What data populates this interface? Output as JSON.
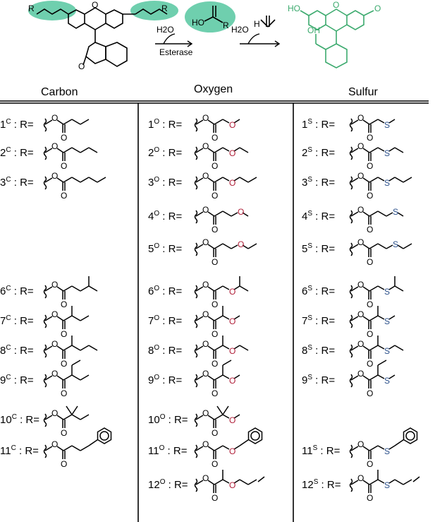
{
  "scheme": {
    "esterase_label": "Esterase",
    "water_label_1": "H2O",
    "water_label_2": "H2O",
    "prodrug_r_label": "R",
    "acid_label": "HO",
    "acid_r_label": "R",
    "formaldehyde_h_label": "H",
    "fluorescein_ho_label": "HO",
    "fluorescein_oh_label": "OH",
    "colors": {
      "highlight": "#6fcfae",
      "fluorescein": "#3caa6e",
      "oxygen": "#b0203a",
      "sulfur": "#2a4f8a"
    }
  },
  "columns": [
    {
      "header": "Carbon",
      "letter": "C",
      "heteroatom": ""
    },
    {
      "header": "Oxygen",
      "letter": "O",
      "heteroatom": "O"
    },
    {
      "header": "Sulfur",
      "letter": "S",
      "heteroatom": "S"
    }
  ],
  "r_label": " : R=",
  "rows": [
    {
      "n": "1",
      "c": "linear3",
      "o": "ch2x_me",
      "s": "ch2x_me"
    },
    {
      "n": "2",
      "c": "linear4",
      "o": "ch2x_et",
      "s": "ch2x_et"
    },
    {
      "n": "3",
      "c": "linear5",
      "o": "ch2x_pr",
      "s": "ch2x_pr"
    },
    {
      "n": "4",
      "c": "",
      "o": "c2x_me",
      "s": "c2x_me"
    },
    {
      "n": "5",
      "c": "",
      "o": "c2x_et",
      "s": "c2x_et"
    },
    {
      "n": "6",
      "c": "isoamyl",
      "o": "ch2x_ipr",
      "s": "ch2x_ipr"
    },
    {
      "n": "7",
      "c": "me_et",
      "o": "mex_me",
      "s": "mex_me"
    },
    {
      "n": "8",
      "c": "me_pr",
      "o": "mex_et",
      "s": "mex_et"
    },
    {
      "n": "9",
      "c": "et_et",
      "o": "etx_me",
      "s": "etx_me"
    },
    {
      "n": "10",
      "c": "dime_et",
      "o": "dimex_me",
      "s": ""
    },
    {
      "n": "11",
      "c": "ph_ch2ch2",
      "o": "ch2x_ph",
      "s": "ch2x_ph"
    },
    {
      "n": "12",
      "c": "",
      "o": "mex_allyl",
      "s": "mex_allyl"
    }
  ]
}
